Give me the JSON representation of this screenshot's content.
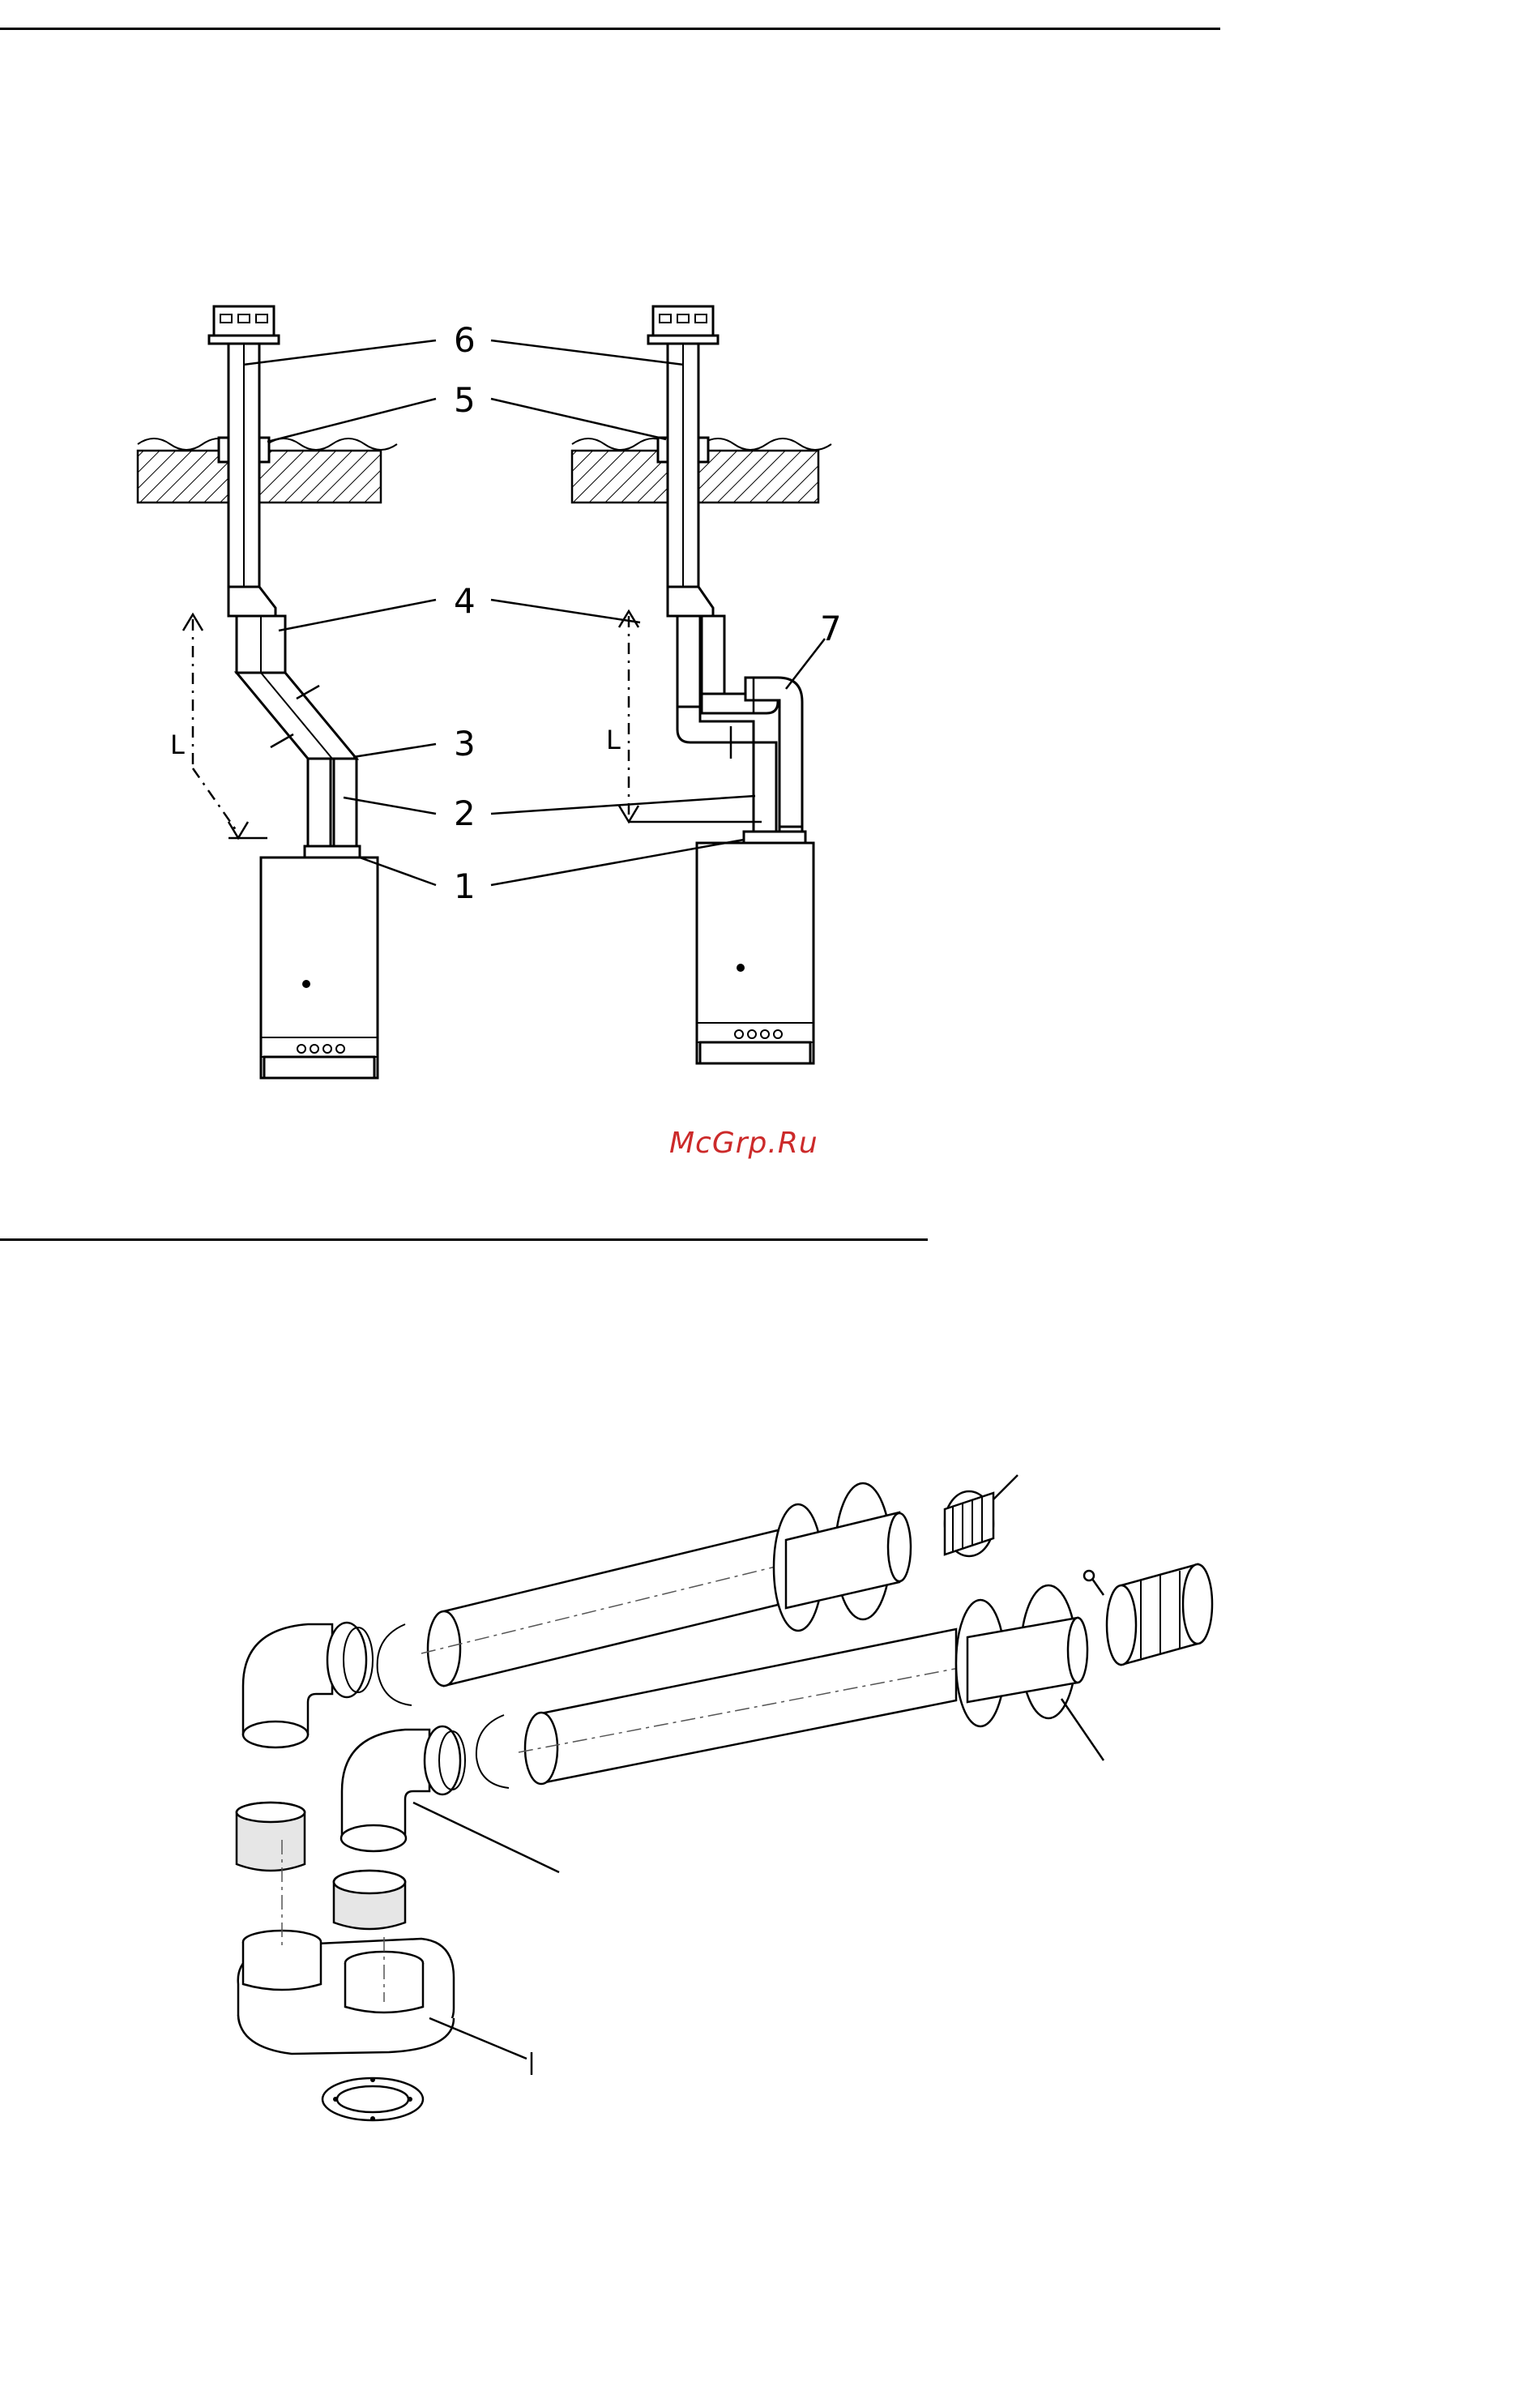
{
  "callouts": [
    "6",
    "5",
    "4",
    "3",
    "2",
    "1",
    "7"
  ],
  "dimension_label": "L",
  "watermark": "McGrp.Ru",
  "colors": {
    "watermark": "#cc2a2a",
    "line": "#000000"
  }
}
